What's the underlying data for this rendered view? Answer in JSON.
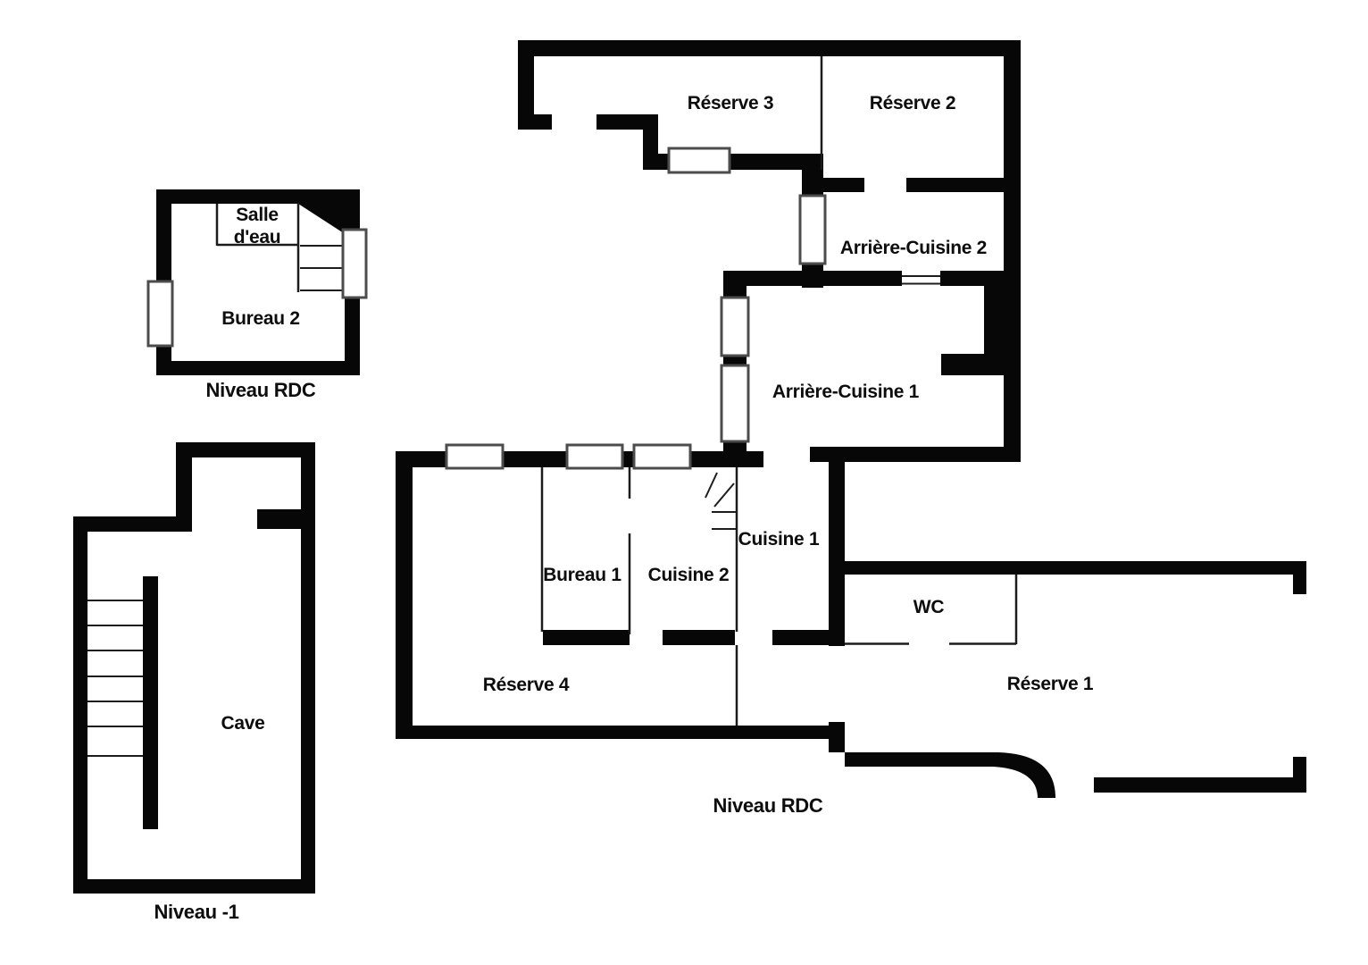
{
  "page": {
    "background_color": "#ffffff",
    "wall_color": "#070707",
    "thin_line_color": "#1c1c1c",
    "window_fill_color": "#ffffff",
    "window_frame_color": "#4c4c4c"
  },
  "main_plan": {
    "level_label": "Niveau RDC",
    "rooms": {
      "reserve3": "Réserve 3",
      "reserve2": "Réserve 2",
      "arriere_cuisine2": "Arrière-Cuisine 2",
      "arriere_cuisine1": "Arrière-Cuisine 1",
      "cuisine1": "Cuisine 1",
      "bureau1": "Bureau 1",
      "cuisine2": "Cuisine 2",
      "wc": "WC",
      "reserve4": "Réserve 4",
      "reserve1": "Réserve 1"
    }
  },
  "annex_plan": {
    "level_label": "Niveau RDC",
    "rooms": {
      "salle_deau_line1": "Salle",
      "salle_deau_line2": "d'eau",
      "bureau2": "Bureau 2"
    }
  },
  "basement_plan": {
    "level_label": "Niveau -1",
    "rooms": {
      "cave": "Cave"
    }
  }
}
